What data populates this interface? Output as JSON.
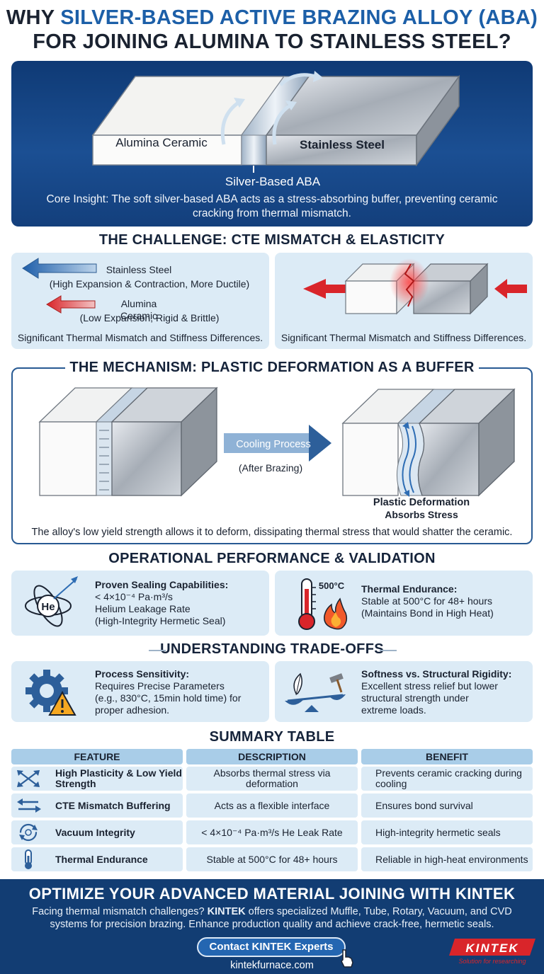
{
  "header": {
    "title_l1_pre": "WHY ",
    "title_l1_hl": "SILVER-BASED ACTIVE BRAZING ALLOY (ABA)",
    "title_l2": "FOR JOINING ALUMINA TO STAINLESS STEEL?"
  },
  "hero": {
    "alumina_label": "Alumina Ceramic",
    "steel_label": "Stainless Steel",
    "aba_label": "Silver-Based ABA",
    "insight": "Core Insight: The soft silver-based ABA acts as a stress-absorbing buffer, preventing ceramic cracking from thermal mismatch."
  },
  "challenge": {
    "title": "THE CHALLENGE: CTE MISMATCH & ELASTICITY",
    "steel_label": "Stainless Steel",
    "steel_desc": "(High Expansion & Contraction, More Ductile)",
    "alumina_label": "Alumina Ceramic",
    "alumina_desc": "(Low Expansion, Rigid & Brittle)",
    "caption_left": "Significant Thermal Mismatch and Stiffness Differences.",
    "caption_right": "Significant Thermal Mismatch and Stiffness Differences."
  },
  "mechanism": {
    "title": "THE MECHANISM: PLASTIC DEFORMATION AS A BUFFER",
    "arrow_label": "Cooling Process",
    "arrow_sub": "(After Brazing)",
    "deform_l1": "Plastic Deformation",
    "deform_l2": "Absorbs Stress",
    "caption": "The alloy's low yield strength allows it to deform, dissipating thermal stress that would shatter the ceramic."
  },
  "performance": {
    "title": "OPERATIONAL PERFORMANCE & VALIDATION",
    "he_symbol": "He",
    "seal_title": "Proven Sealing Capabilities:",
    "seal_l1": "< 4×10⁻⁴ Pa·m³/s",
    "seal_l2": "Helium Leakage Rate",
    "seal_l3": "(High-Integrity Hermetic Seal)",
    "temp_badge": "500°C",
    "thermal_title": "Thermal Endurance:",
    "thermal_l1": "Stable at 500°C for 48+ hours",
    "thermal_l2": "(Maintains Bond in High Heat)"
  },
  "tradeoffs": {
    "title": "UNDERSTANDING TRADE-OFFS",
    "proc_title": "Process Sensitivity:",
    "proc_l1": "Requires Precise Parameters",
    "proc_l2": "(e.g., 830°C, 15min hold time) for",
    "proc_l3": "proper adhesion.",
    "soft_title": "Softness vs. Structural Rigidity:",
    "soft_l1": "Excellent stress relief but lower",
    "soft_l2": "structural strength under",
    "soft_l3": "extreme loads."
  },
  "summary": {
    "title": "SUMMARY TABLE",
    "headers": [
      "FEATURE",
      "DESCRIPTION",
      "BENEFIT"
    ],
    "rows": [
      {
        "feature": "High Plasticity & Low Yield Strength",
        "description": "Absorbs thermal stress via deformation",
        "benefit": "Prevents ceramic cracking during cooling",
        "icon": "expand-arrows-icon"
      },
      {
        "feature": "CTE Mismatch Buffering",
        "description": "Acts as a flexible interface",
        "benefit": "Ensures bond survival",
        "icon": "opposing-arrows-icon"
      },
      {
        "feature": "Vacuum Integrity",
        "description": "< 4×10⁻⁴ Pa·m³/s He Leak Rate",
        "benefit": "High-integrity hermetic seals",
        "icon": "vacuum-cycle-icon"
      },
      {
        "feature": "Thermal Endurance",
        "description": "Stable at 500°C for 48+ hours",
        "benefit": "Reliable in high-heat environments",
        "icon": "thermometer-icon"
      }
    ]
  },
  "footer": {
    "title": "OPTIMIZE YOUR ADVANCED MATERIAL JOINING WITH KINTEK",
    "desc_pre": "Facing thermal mismatch challenges? ",
    "desc_brand": "KINTEK",
    "desc_post": " offers specialized Muffle, Tube, Rotary, Vacuum, and CVD systems for precision brazing. Enhance production quality and achieve crack-free, hermetic seals.",
    "cta": "Contact KINTEK Experts",
    "url": "kintekfurnace.com",
    "logo_text": "KINTEK",
    "logo_tagline": "Solution for researching"
  },
  "colors": {
    "accent": "#1c5fa8",
    "navy": "#123d73",
    "panel": "#dcebf6",
    "red": "#d9252a"
  }
}
